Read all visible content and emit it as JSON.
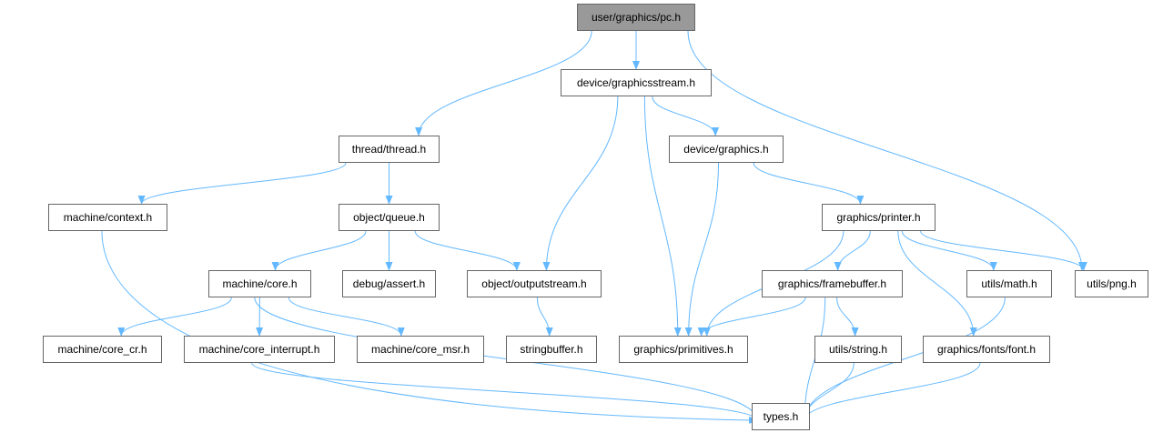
{
  "graph": {
    "root": "user/graphics/pc.h",
    "colors": {
      "edge": "#63b8ff",
      "node_border": "#666666",
      "root_fill": "#999999",
      "node_fill": "#ffffff"
    },
    "nodes": {
      "pc": "user/graphics/pc.h",
      "gstream": "device/graphicsstream.h",
      "thread": "thread/thread.h",
      "dgraphics": "device/graphics.h",
      "context": "machine/context.h",
      "queue": "object/queue.h",
      "printer": "graphics/printer.h",
      "core": "machine/core.h",
      "assert": "debug/assert.h",
      "outstream": "object/outputstream.h",
      "framebuffer": "graphics/framebuffer.h",
      "math": "utils/math.h",
      "png": "utils/png.h",
      "core_cr": "machine/core_cr.h",
      "core_int": "machine/core_interrupt.h",
      "core_msr": "machine/core_msr.h",
      "stringbuffer": "stringbuffer.h",
      "primitives": "graphics/primitives.h",
      "ustring": "utils/string.h",
      "font": "graphics/fonts/font.h",
      "types": "types.h"
    },
    "edges": [
      [
        "pc",
        "gstream"
      ],
      [
        "pc",
        "thread"
      ],
      [
        "pc",
        "png"
      ],
      [
        "gstream",
        "outstream"
      ],
      [
        "gstream",
        "primitives"
      ],
      [
        "gstream",
        "dgraphics"
      ],
      [
        "thread",
        "context"
      ],
      [
        "thread",
        "queue"
      ],
      [
        "dgraphics",
        "primitives"
      ],
      [
        "dgraphics",
        "printer"
      ],
      [
        "context",
        "types"
      ],
      [
        "queue",
        "core"
      ],
      [
        "queue",
        "assert"
      ],
      [
        "queue",
        "outstream"
      ],
      [
        "printer",
        "primitives"
      ],
      [
        "printer",
        "framebuffer"
      ],
      [
        "printer",
        "math"
      ],
      [
        "printer",
        "png"
      ],
      [
        "printer",
        "font"
      ],
      [
        "core",
        "types"
      ],
      [
        "core",
        "core_cr"
      ],
      [
        "core",
        "core_int"
      ],
      [
        "core",
        "core_msr"
      ],
      [
        "outstream",
        "stringbuffer"
      ],
      [
        "framebuffer",
        "primitives"
      ],
      [
        "framebuffer",
        "types"
      ],
      [
        "framebuffer",
        "ustring"
      ],
      [
        "math",
        "types"
      ],
      [
        "core_int",
        "types"
      ],
      [
        "ustring",
        "types"
      ],
      [
        "font",
        "types"
      ]
    ]
  }
}
